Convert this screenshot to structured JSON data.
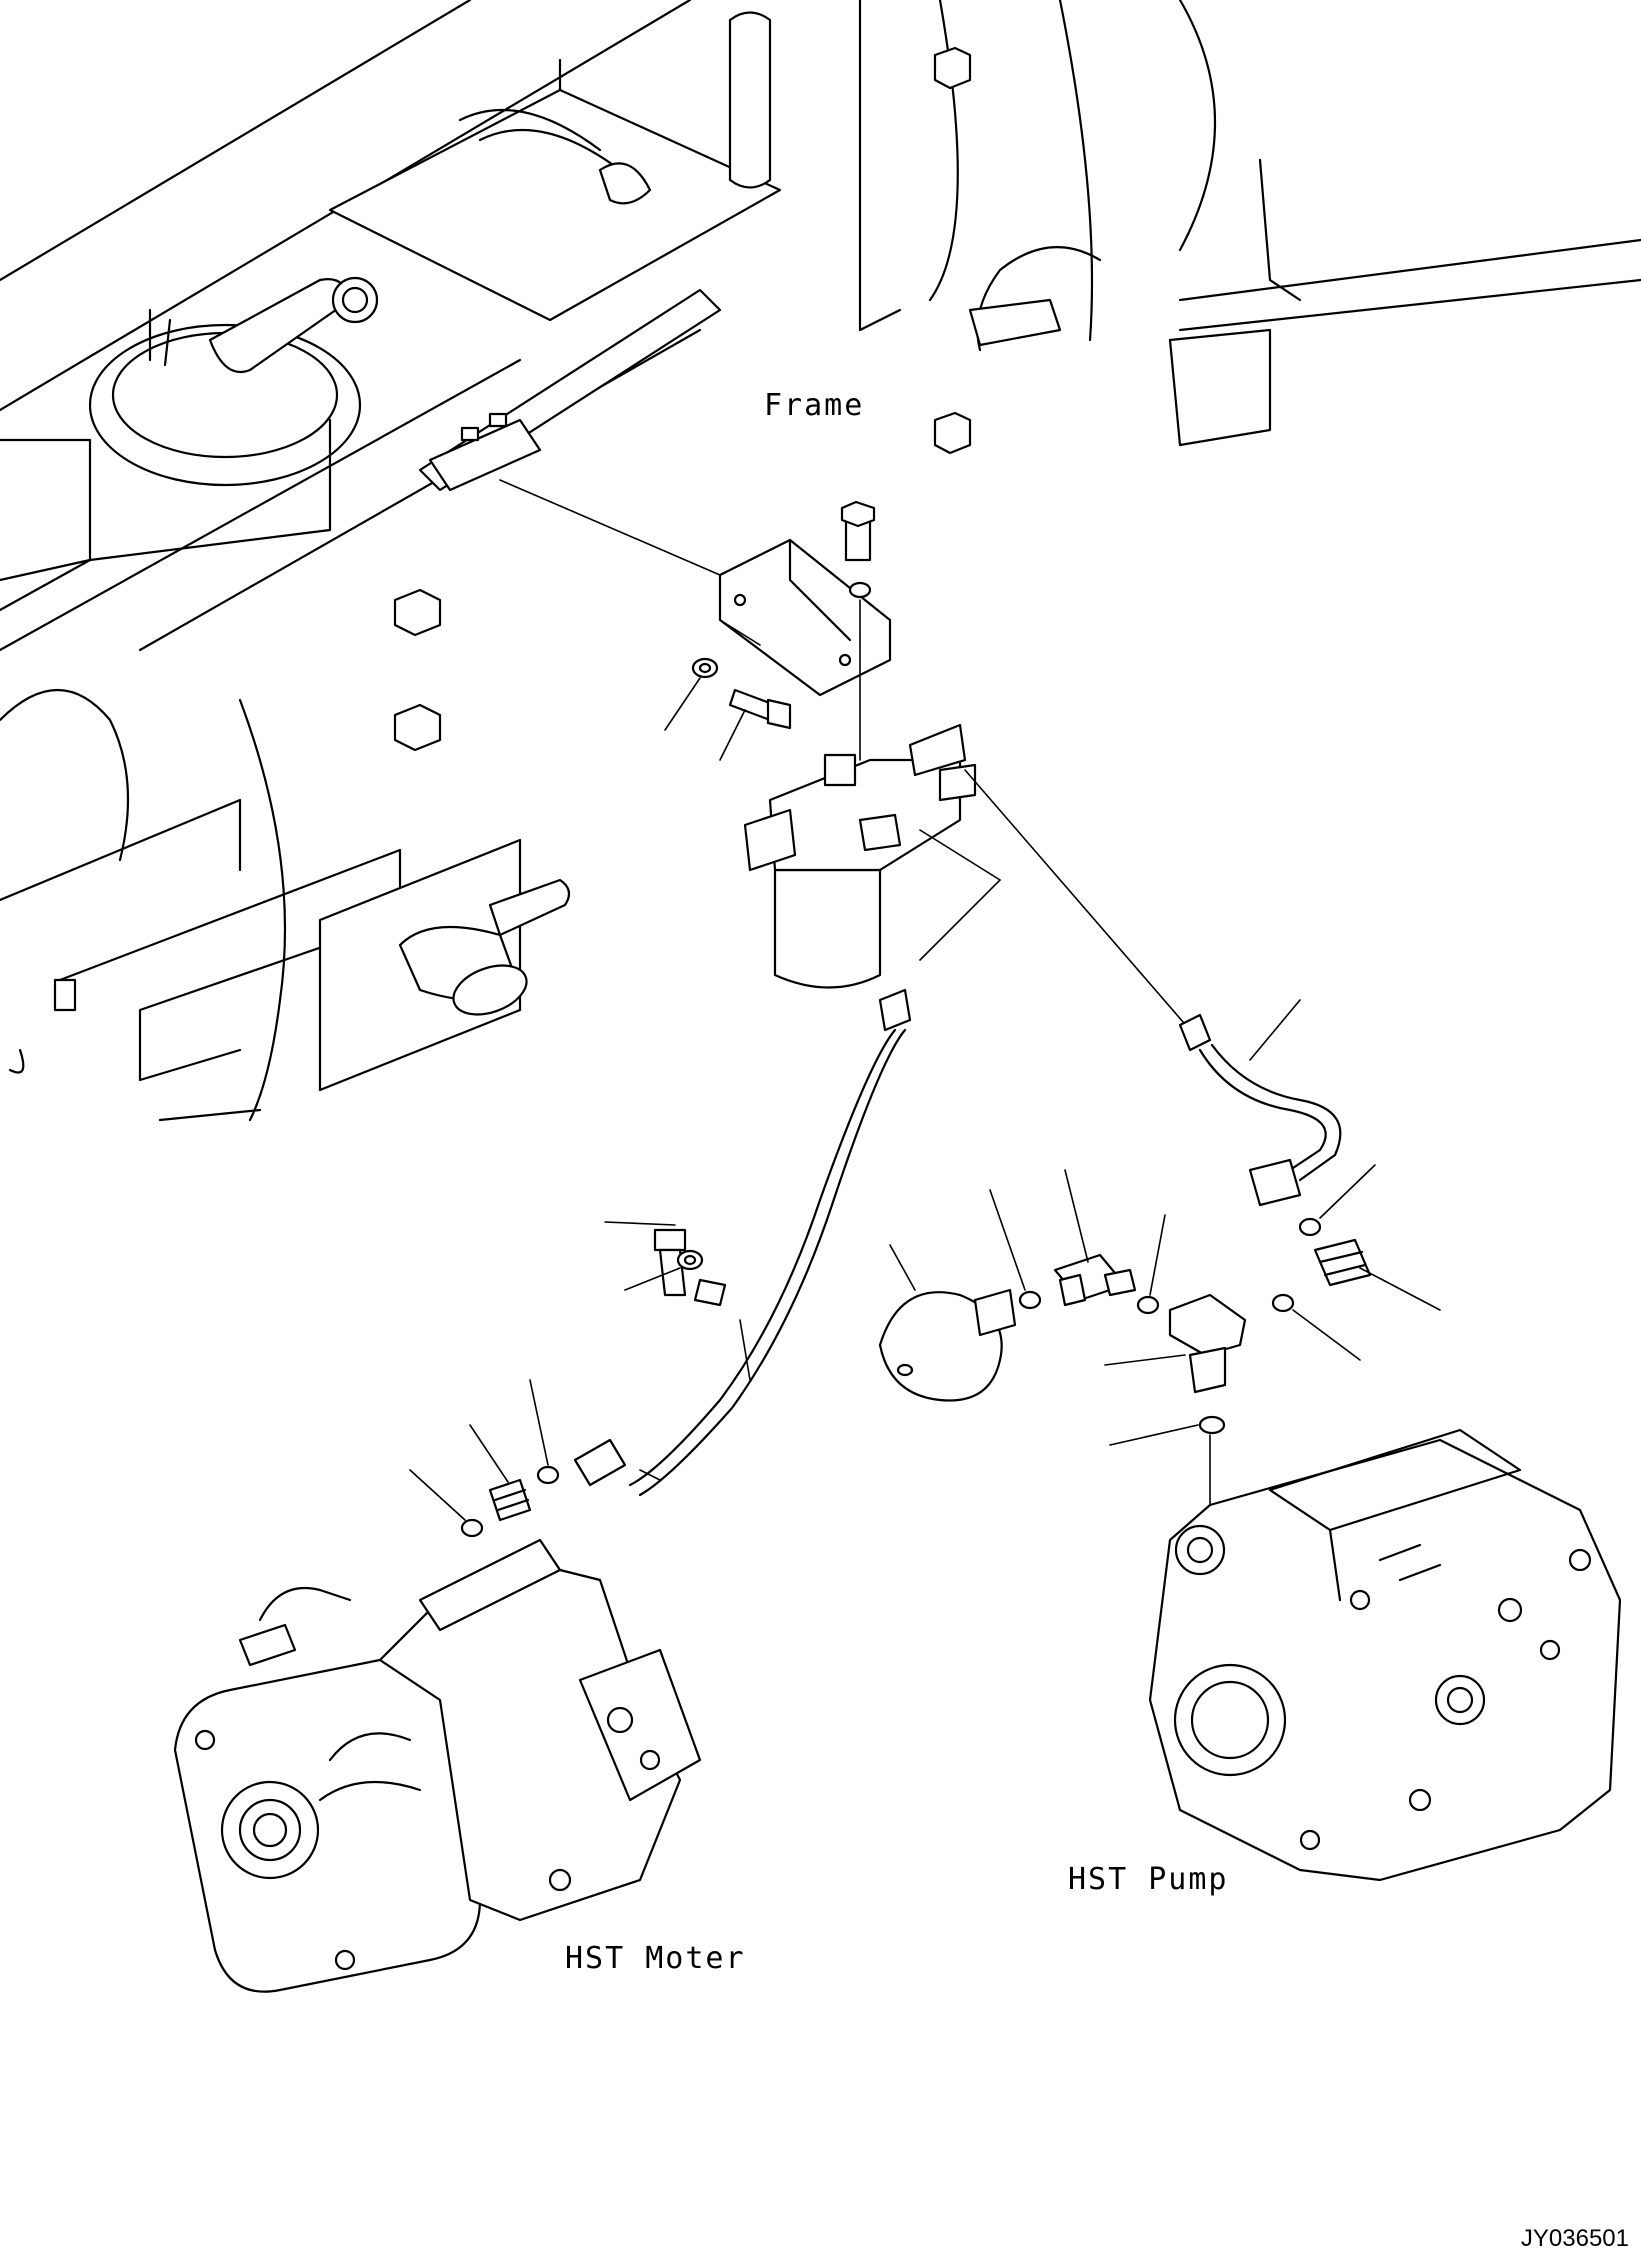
{
  "labels": {
    "frame": "Frame",
    "hst_motor": "HST Moter",
    "hst_pump": "HST Pump",
    "drawing_code": "JY036501"
  },
  "icons": [
    "frame-assembly",
    "filter-bracket",
    "hydraulic-filter",
    "hose",
    "hst-motor",
    "hst-pump",
    "accumulator",
    "elbow-fitting",
    "tee-fitting",
    "o-ring",
    "bolt",
    "washer"
  ]
}
